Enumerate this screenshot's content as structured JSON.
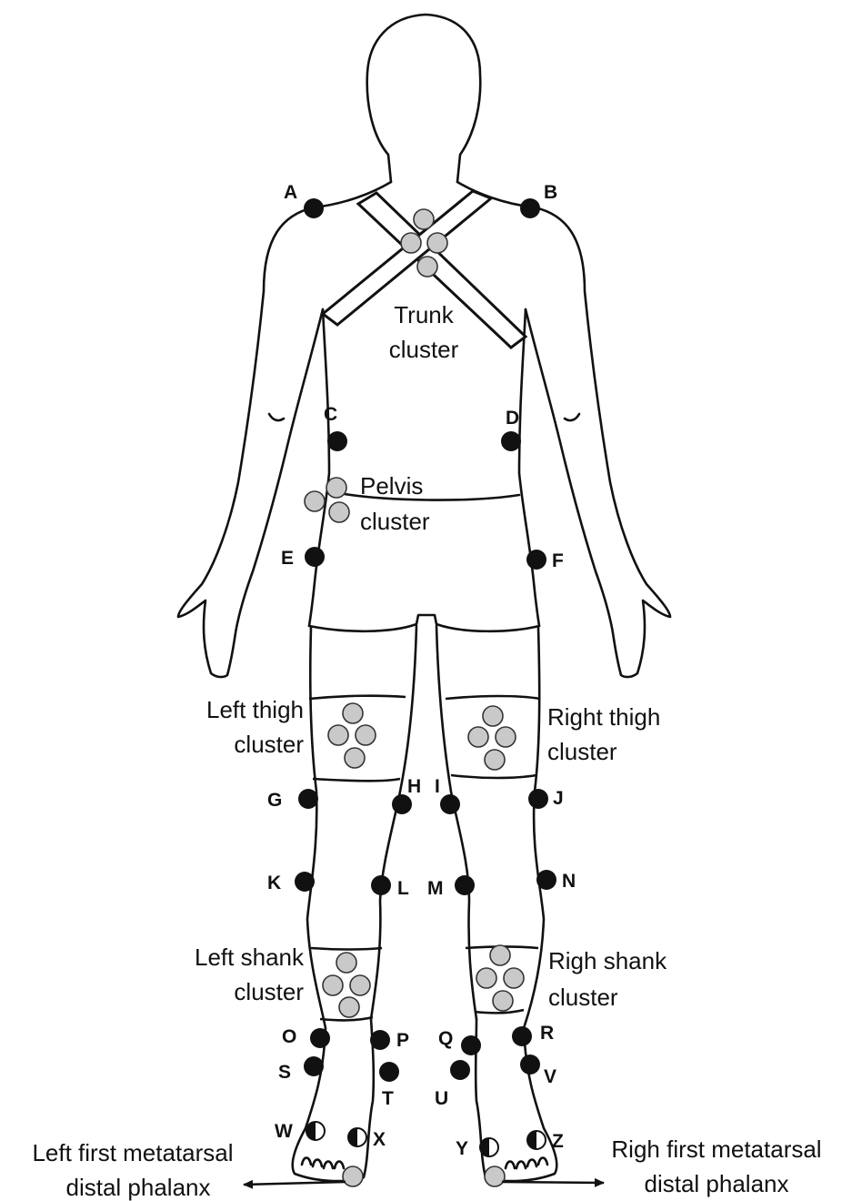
{
  "clusters": {
    "trunk": {
      "line1": "Trunk",
      "line2": "cluster"
    },
    "pelvis": {
      "line1": "Pelvis",
      "line2": "cluster"
    },
    "left_thigh": {
      "line1": "Left thigh",
      "line2": "cluster"
    },
    "right_thigh": {
      "line1": "Right thigh",
      "line2": "cluster"
    },
    "left_shank": {
      "line1": "Left shank",
      "line2": "cluster"
    },
    "right_shank": {
      "line1": "Righ shank",
      "line2": "cluster"
    }
  },
  "markers": {
    "A": "A",
    "B": "B",
    "C": "C",
    "D": "D",
    "E": "E",
    "F": "F",
    "G": "G",
    "H": "H",
    "I": "I",
    "J": "J",
    "K": "K",
    "L": "L",
    "M": "M",
    "N": "N",
    "O": "O",
    "P": "P",
    "Q": "Q",
    "R": "R",
    "S": "S",
    "T": "T",
    "U": "U",
    "V": "V",
    "W": "W",
    "X": "X",
    "Y": "Y",
    "Z": "Z"
  },
  "toe_labels": {
    "left": {
      "line1": "Left first metatarsal",
      "line2": "distal phalanx"
    },
    "right": {
      "line1": "Righ first metatarsal",
      "line2": "distal phalanx"
    }
  },
  "colors": {
    "marker": "#111111",
    "cluster_marker": "#c9c9c9",
    "outline": "#111111"
  }
}
